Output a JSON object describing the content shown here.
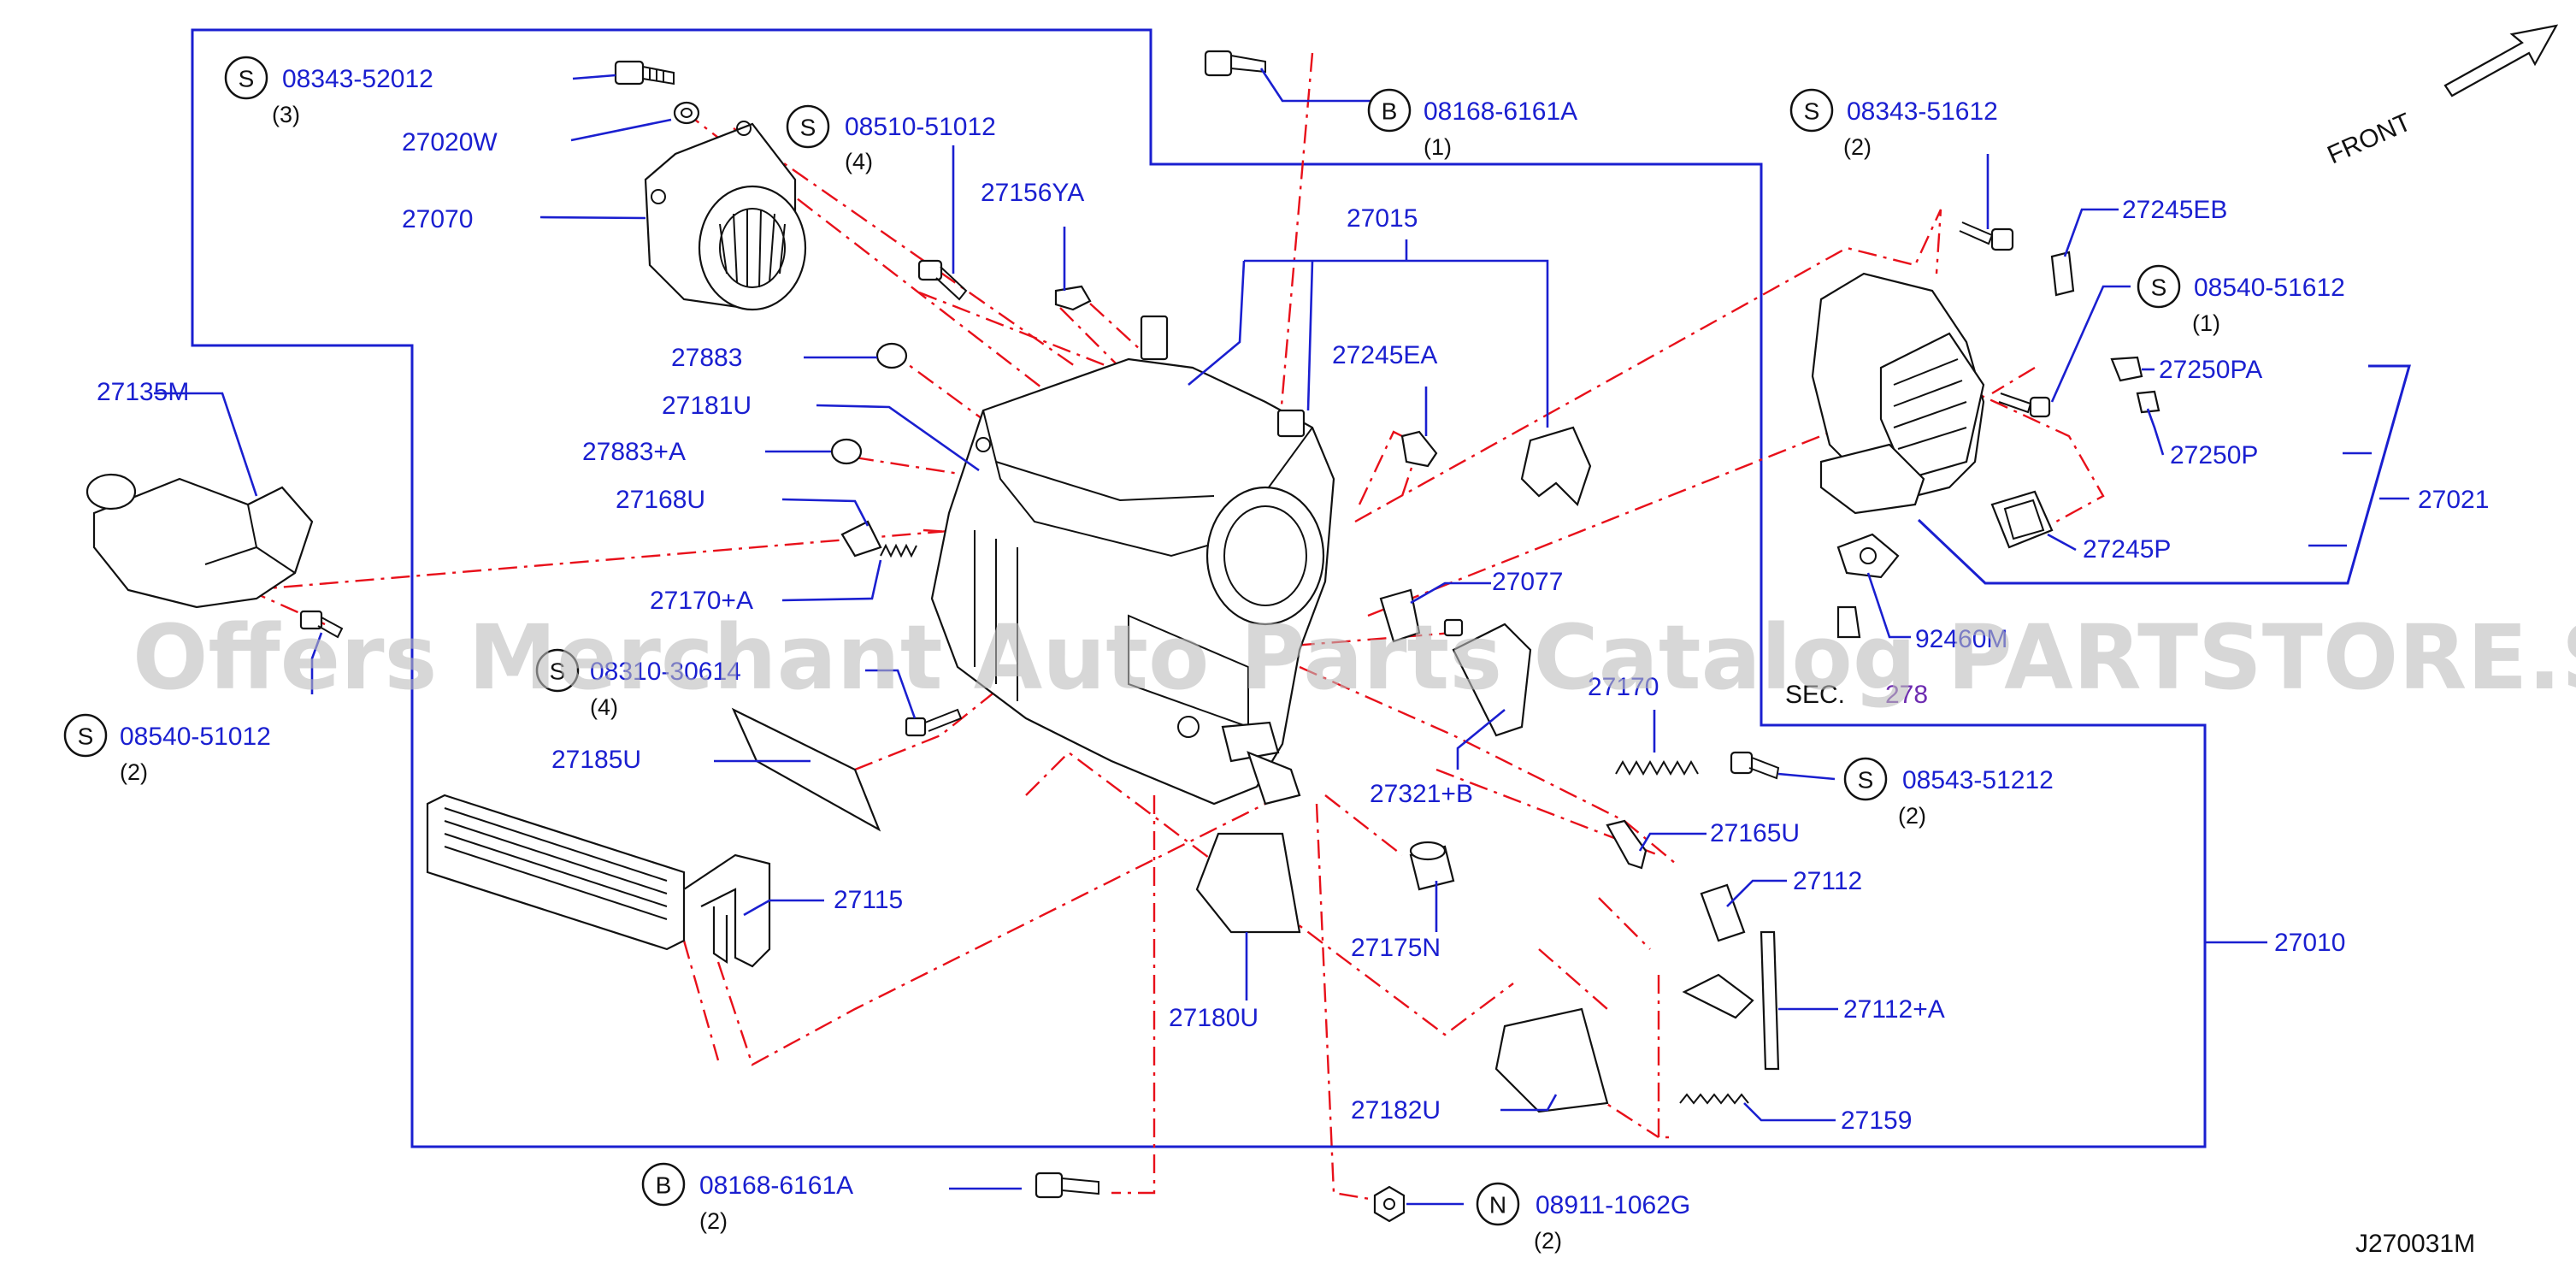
{
  "labels": {
    "p27020W": "27020W",
    "p27070": "27070",
    "p27156YA": "27156YA",
    "p27015": "27015",
    "p27883": "27883",
    "p27181U": "27181U",
    "p27883A": "27883+A",
    "p27168U": "27168U",
    "p27170A": "27170+A",
    "p27245EA": "27245EA",
    "p27135M": "27135M",
    "p27185U": "27185U",
    "p27115": "27115",
    "p27180U": "27180U",
    "p27175N": "27175N",
    "p27182U": "27182U",
    "p27077": "27077",
    "p27321B": "27321+B",
    "p27170": "27170",
    "p27165U": "27165U",
    "p27112": "27112",
    "p27112A": "27112+A",
    "p27159": "27159",
    "p27010": "27010",
    "p27245EB": "27245EB",
    "p27250PA": "27250PA",
    "p27250P": "27250P",
    "p27021": "27021",
    "p27245P": "27245P",
    "p92460M": "92460M"
  },
  "fasteners": [
    {
      "badge": "S",
      "part": "08343-52012",
      "qty": "(3)"
    },
    {
      "badge": "S",
      "part": "08510-51012",
      "qty": "(4)"
    },
    {
      "badge": "B",
      "part": "08168-6161A",
      "qty": "(1)"
    },
    {
      "badge": "S",
      "part": "08343-51612",
      "qty": "(2)"
    },
    {
      "badge": "S",
      "part": "08540-51612",
      "qty": "(1)"
    },
    {
      "badge": "S",
      "part": "08540-51012",
      "qty": "(2)"
    },
    {
      "badge": "S",
      "part": "08310-30614",
      "qty": "(4)"
    },
    {
      "badge": "S",
      "part": "08543-51212",
      "qty": "(2)"
    },
    {
      "badge": "B",
      "part": "08168-6161A",
      "qty": "(2)"
    },
    {
      "badge": "N",
      "part": "08911-1062G",
      "qty": "(2)"
    }
  ],
  "section_ref": {
    "prefix": "SEC.",
    "number": "278"
  },
  "front_label": "FRONT",
  "diagram_code": "J270031M",
  "watermark": "Offers Merchant Auto Parts Catalog PARTSTORE.SA",
  "colors": {
    "label_blue": "#1a1fd0",
    "phantom_red": "#e8101a",
    "section_purple": "#6d2bb0"
  }
}
